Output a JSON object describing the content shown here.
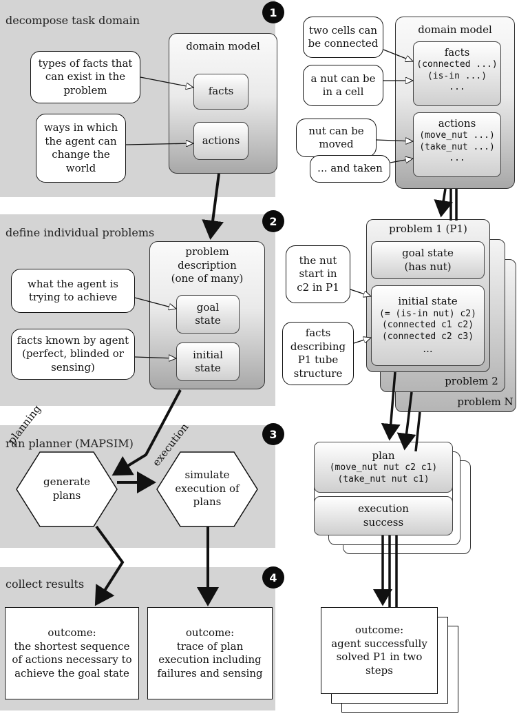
{
  "panel1": {
    "title": "decompose task domain",
    "number": "1",
    "bubble_facts": "types of facts that\ncan exist in the\nproblem",
    "bubble_actions": "ways in which\nthe agent can\nchange the\nworld",
    "domain_model": "domain model",
    "facts": "facts",
    "actions": "actions"
  },
  "panel2": {
    "title": "define individual problems",
    "number": "2",
    "bubble_goal": "what the agent is\ntrying to achieve",
    "bubble_initial": "facts known by agent\n(perfect, blinded or\nsensing)",
    "problem_description": "problem\ndescription\n(one of many)",
    "goal_state": "goal\nstate",
    "initial_state": "initial\nstate"
  },
  "panel3": {
    "title": "run planner (MAPSIM)",
    "number": "3",
    "planning": "planning",
    "execution": "execution",
    "generate": "generate\nplans",
    "simulate": "simulate\nexecution of\nplans"
  },
  "panel4": {
    "title": "collect results",
    "number": "4",
    "outcome_left": "outcome:\nthe shortest sequence\nof actions necessary to\nachieve the goal state",
    "outcome_right": "outcome:\ntrace of plan\nexecution including\nfailures and sensing"
  },
  "right": {
    "bubble_connected": "two cells can\nbe connected",
    "bubble_isin": "a nut can be\nin a cell",
    "bubble_moved": "nut can be\nmoved",
    "bubble_taken": "... and taken",
    "domain_model": "domain model",
    "facts_title": "facts",
    "facts_lines": [
      "(connected ...)",
      "(is-in ...)",
      "..."
    ],
    "actions_title": "actions",
    "actions_lines": [
      "(move_nut ...)",
      "(take_nut ...)",
      "..."
    ],
    "problem1": "problem 1 (P1)",
    "problem2": "problem 2",
    "problemN": "problem N",
    "goal_state": "goal state\n(has nut)",
    "initial_title": "initial state",
    "initial_lines": [
      "(= (is-in nut) c2)",
      "(connected c1 c2)",
      "(connected c2 c3)",
      "..."
    ],
    "bubble_nutstart": "the nut\nstart in\nc2 in P1",
    "bubble_tube": "facts\ndescribing\nP1 tube\nstructure",
    "plan_title": "plan",
    "plan_lines": [
      "(move_nut nut c2 c1)",
      "(take_nut nut c1)"
    ],
    "execution": "execution\nsuccess",
    "outcome": "outcome:\nagent successfully\nsolved P1 in two\nsteps"
  }
}
